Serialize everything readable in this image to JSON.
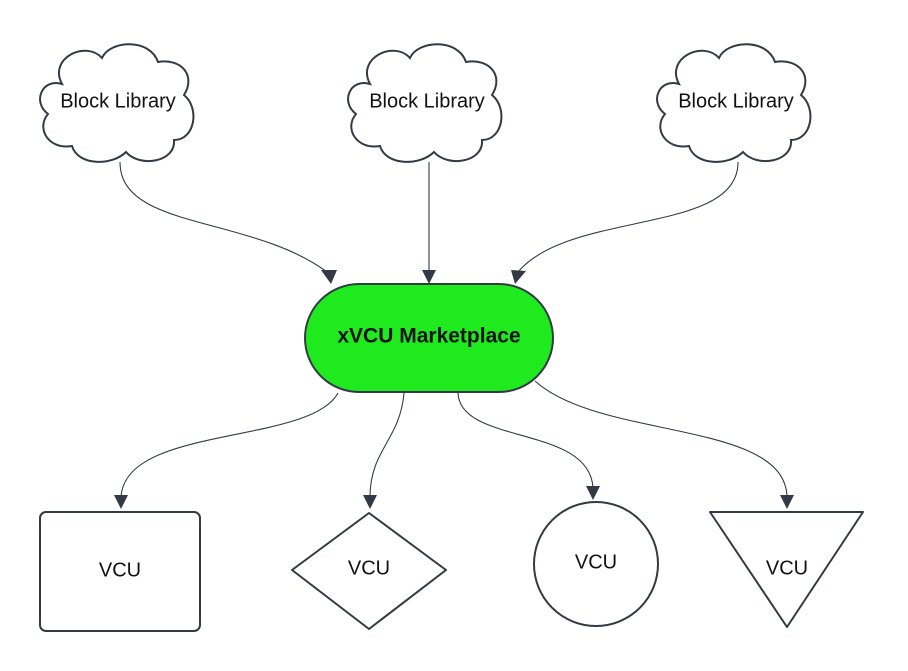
{
  "colors": {
    "hub_fill": "#1eea1e",
    "stroke": "#333a45",
    "background": "#ffffff"
  },
  "libraries": [
    {
      "label": "Block Library",
      "shape": "cloud"
    },
    {
      "label": "Block Library",
      "shape": "cloud"
    },
    {
      "label": "Block Library",
      "shape": "cloud"
    }
  ],
  "hub": {
    "label": "xVCU Marketplace",
    "shape": "pill"
  },
  "vcus": [
    {
      "label": "VCU",
      "shape": "rounded-rectangle"
    },
    {
      "label": "VCU",
      "shape": "diamond"
    },
    {
      "label": "VCU",
      "shape": "circle"
    },
    {
      "label": "VCU",
      "shape": "inverted-triangle"
    }
  ]
}
